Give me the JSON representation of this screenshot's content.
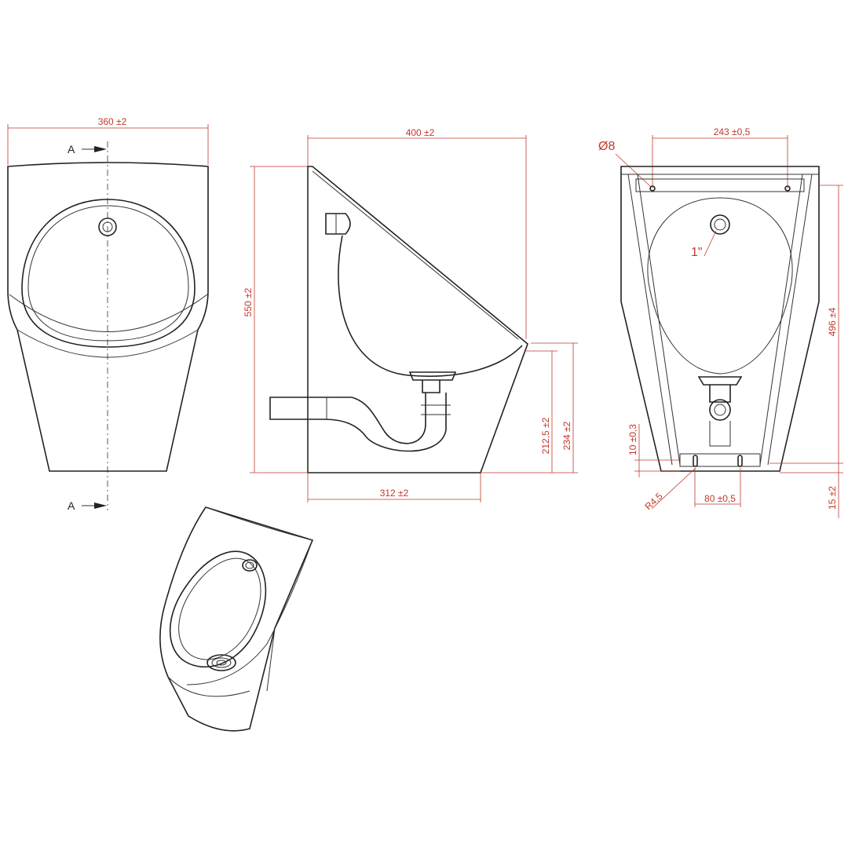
{
  "dimensions": {
    "front_width": "360 ±2",
    "side_depth": "400 ±2",
    "side_height": "550 ±2",
    "side_base_depth": "312 ±2",
    "outlet_height_a": "212,5 ±2",
    "outlet_height_b": "234 ±2",
    "hole_spacing": "243 ±0,5",
    "hole_diameter": "Ø8",
    "inlet_size": "1\"",
    "mount_height": "496 ±4",
    "slot_offset": "10 ±0,3",
    "slot_radius": "R4,5",
    "slot_spacing": "80 ±0,5",
    "base_offset": "15 ±2"
  },
  "section": {
    "label_top": "A",
    "label_bottom": "A"
  },
  "colors": {
    "dimension": "#c0392b",
    "outline": "#222222"
  }
}
